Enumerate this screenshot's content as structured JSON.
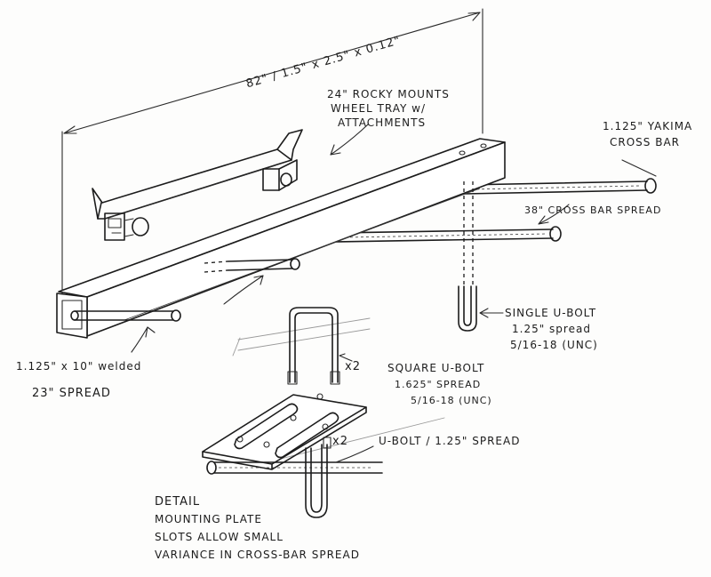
{
  "labels": {
    "main_dimension": "82\" / 1.5\" x 2.5\" x 0.12\"",
    "wheel_tray_1": "24\" ROCKY MOUNTS",
    "wheel_tray_2": "WHEEL TRAY w/",
    "wheel_tray_3": "ATTACHMENTS",
    "crossbar_1": "1.125\" YAKIMA",
    "crossbar_2": "CROSS BAR",
    "crossbar_spread": "38\" CROSS BAR SPREAD",
    "single_ubolt_1": "SINGLE U-BOLT",
    "single_ubolt_2": "1.25\" spread",
    "single_ubolt_3": "5/16-18 (UNC)",
    "welded_1": "1.125\" x 10\" welded",
    "welded_2": "23\" SPREAD",
    "square_ubolt_1": "SQUARE U-BOLT",
    "square_ubolt_2": "1.625\" SPREAD",
    "square_ubolt_3": "5/16-18 (UNC)",
    "times_two_a": "x2",
    "times_two_b": "x2",
    "ubolt_spread": "U-BOLT / 1.25\" SPREAD",
    "detail_1": "DETAIL",
    "detail_2": "MOUNTING PLATE",
    "detail_3": "SLOTS ALLOW SMALL",
    "detail_4": "VARIANCE IN CROSS-BAR SPREAD"
  }
}
